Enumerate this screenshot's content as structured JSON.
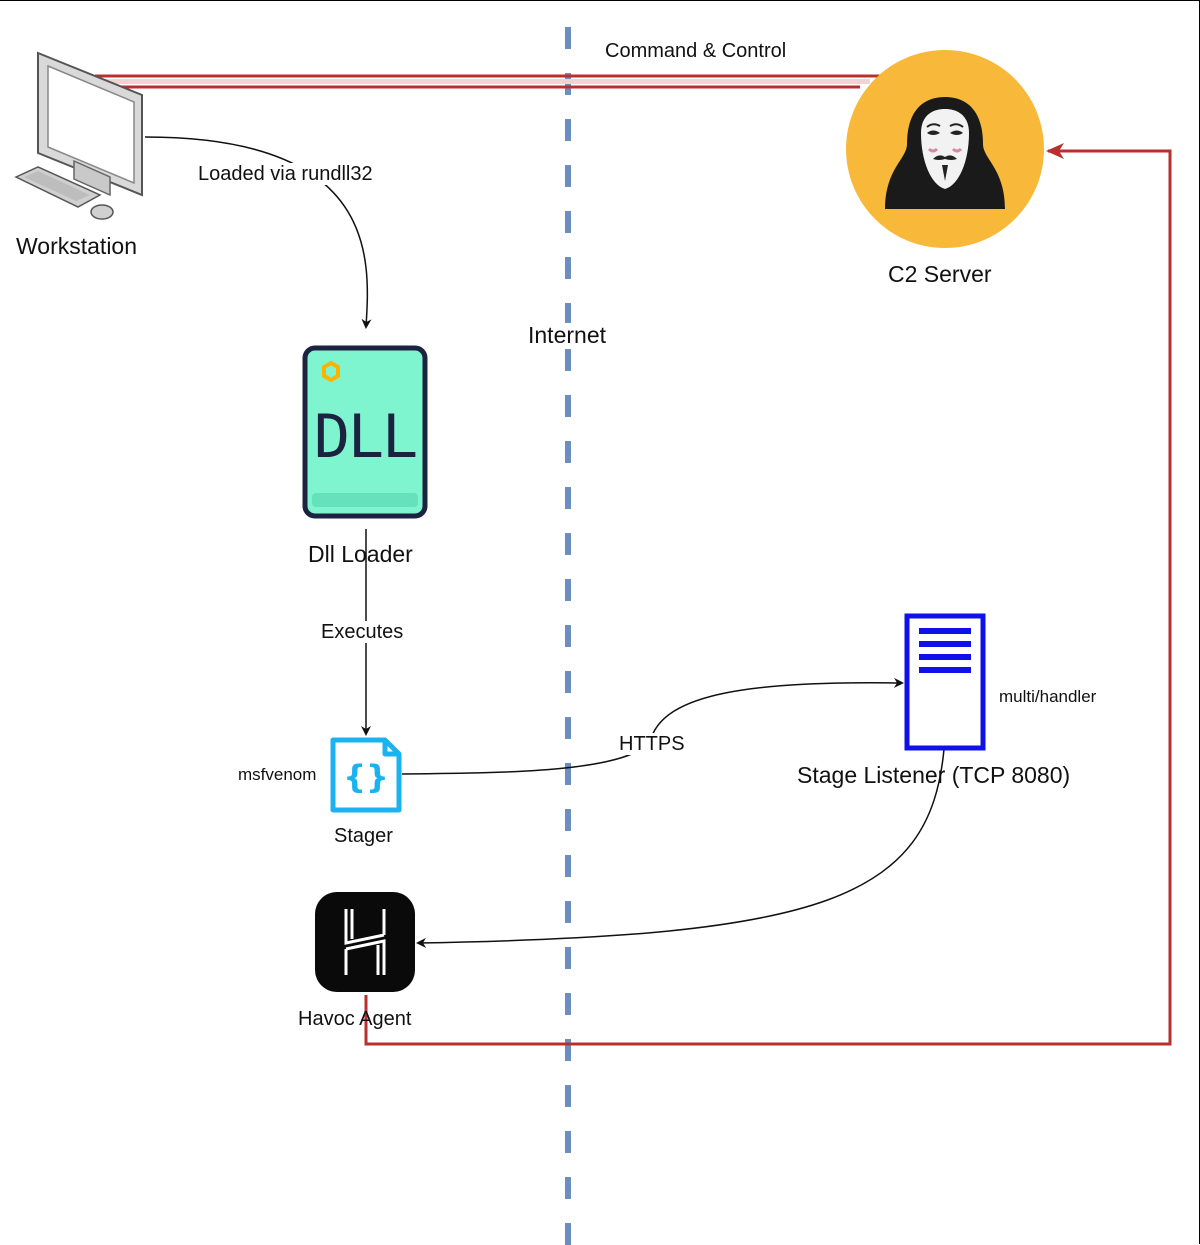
{
  "boundary": {
    "label": "Internet"
  },
  "nodes": {
    "workstation": {
      "label": "Workstation",
      "icon": "desktop-computer-icon"
    },
    "c2_server": {
      "label": "C2 Server",
      "icon": "hooded-hacker-icon",
      "color": "#F8B93B"
    },
    "dll_loader": {
      "label": "Dll Loader",
      "icon_text": "DLL",
      "color": "#7EF5CF"
    },
    "stager": {
      "label": "Stager",
      "side_label": "msfvenom",
      "icon_text": "{}",
      "color": "#1AB3F0"
    },
    "stage_listener": {
      "label": "Stage Listener (TCP 8080)",
      "side_label": "multi/handler",
      "icon": "server-icon",
      "color": "#1010E8"
    },
    "havoc_agent": {
      "label": "Havoc Agent",
      "icon": "havoc-logo-icon"
    }
  },
  "edges": {
    "workstation_to_c2": {
      "label": "Command & Control",
      "color": "#B8302E"
    },
    "workstation_to_dll": {
      "label": "Loaded via rundll32"
    },
    "dll_to_stager": {
      "label": "Executes"
    },
    "stager_to_listener": {
      "label": "HTTPS"
    },
    "listener_to_havoc": {
      "label": ""
    },
    "havoc_to_c2": {
      "label": "",
      "color": "#B8302E"
    }
  },
  "colors": {
    "boundary_line": "#6C8EBF",
    "c2_link": "#B8302E"
  }
}
